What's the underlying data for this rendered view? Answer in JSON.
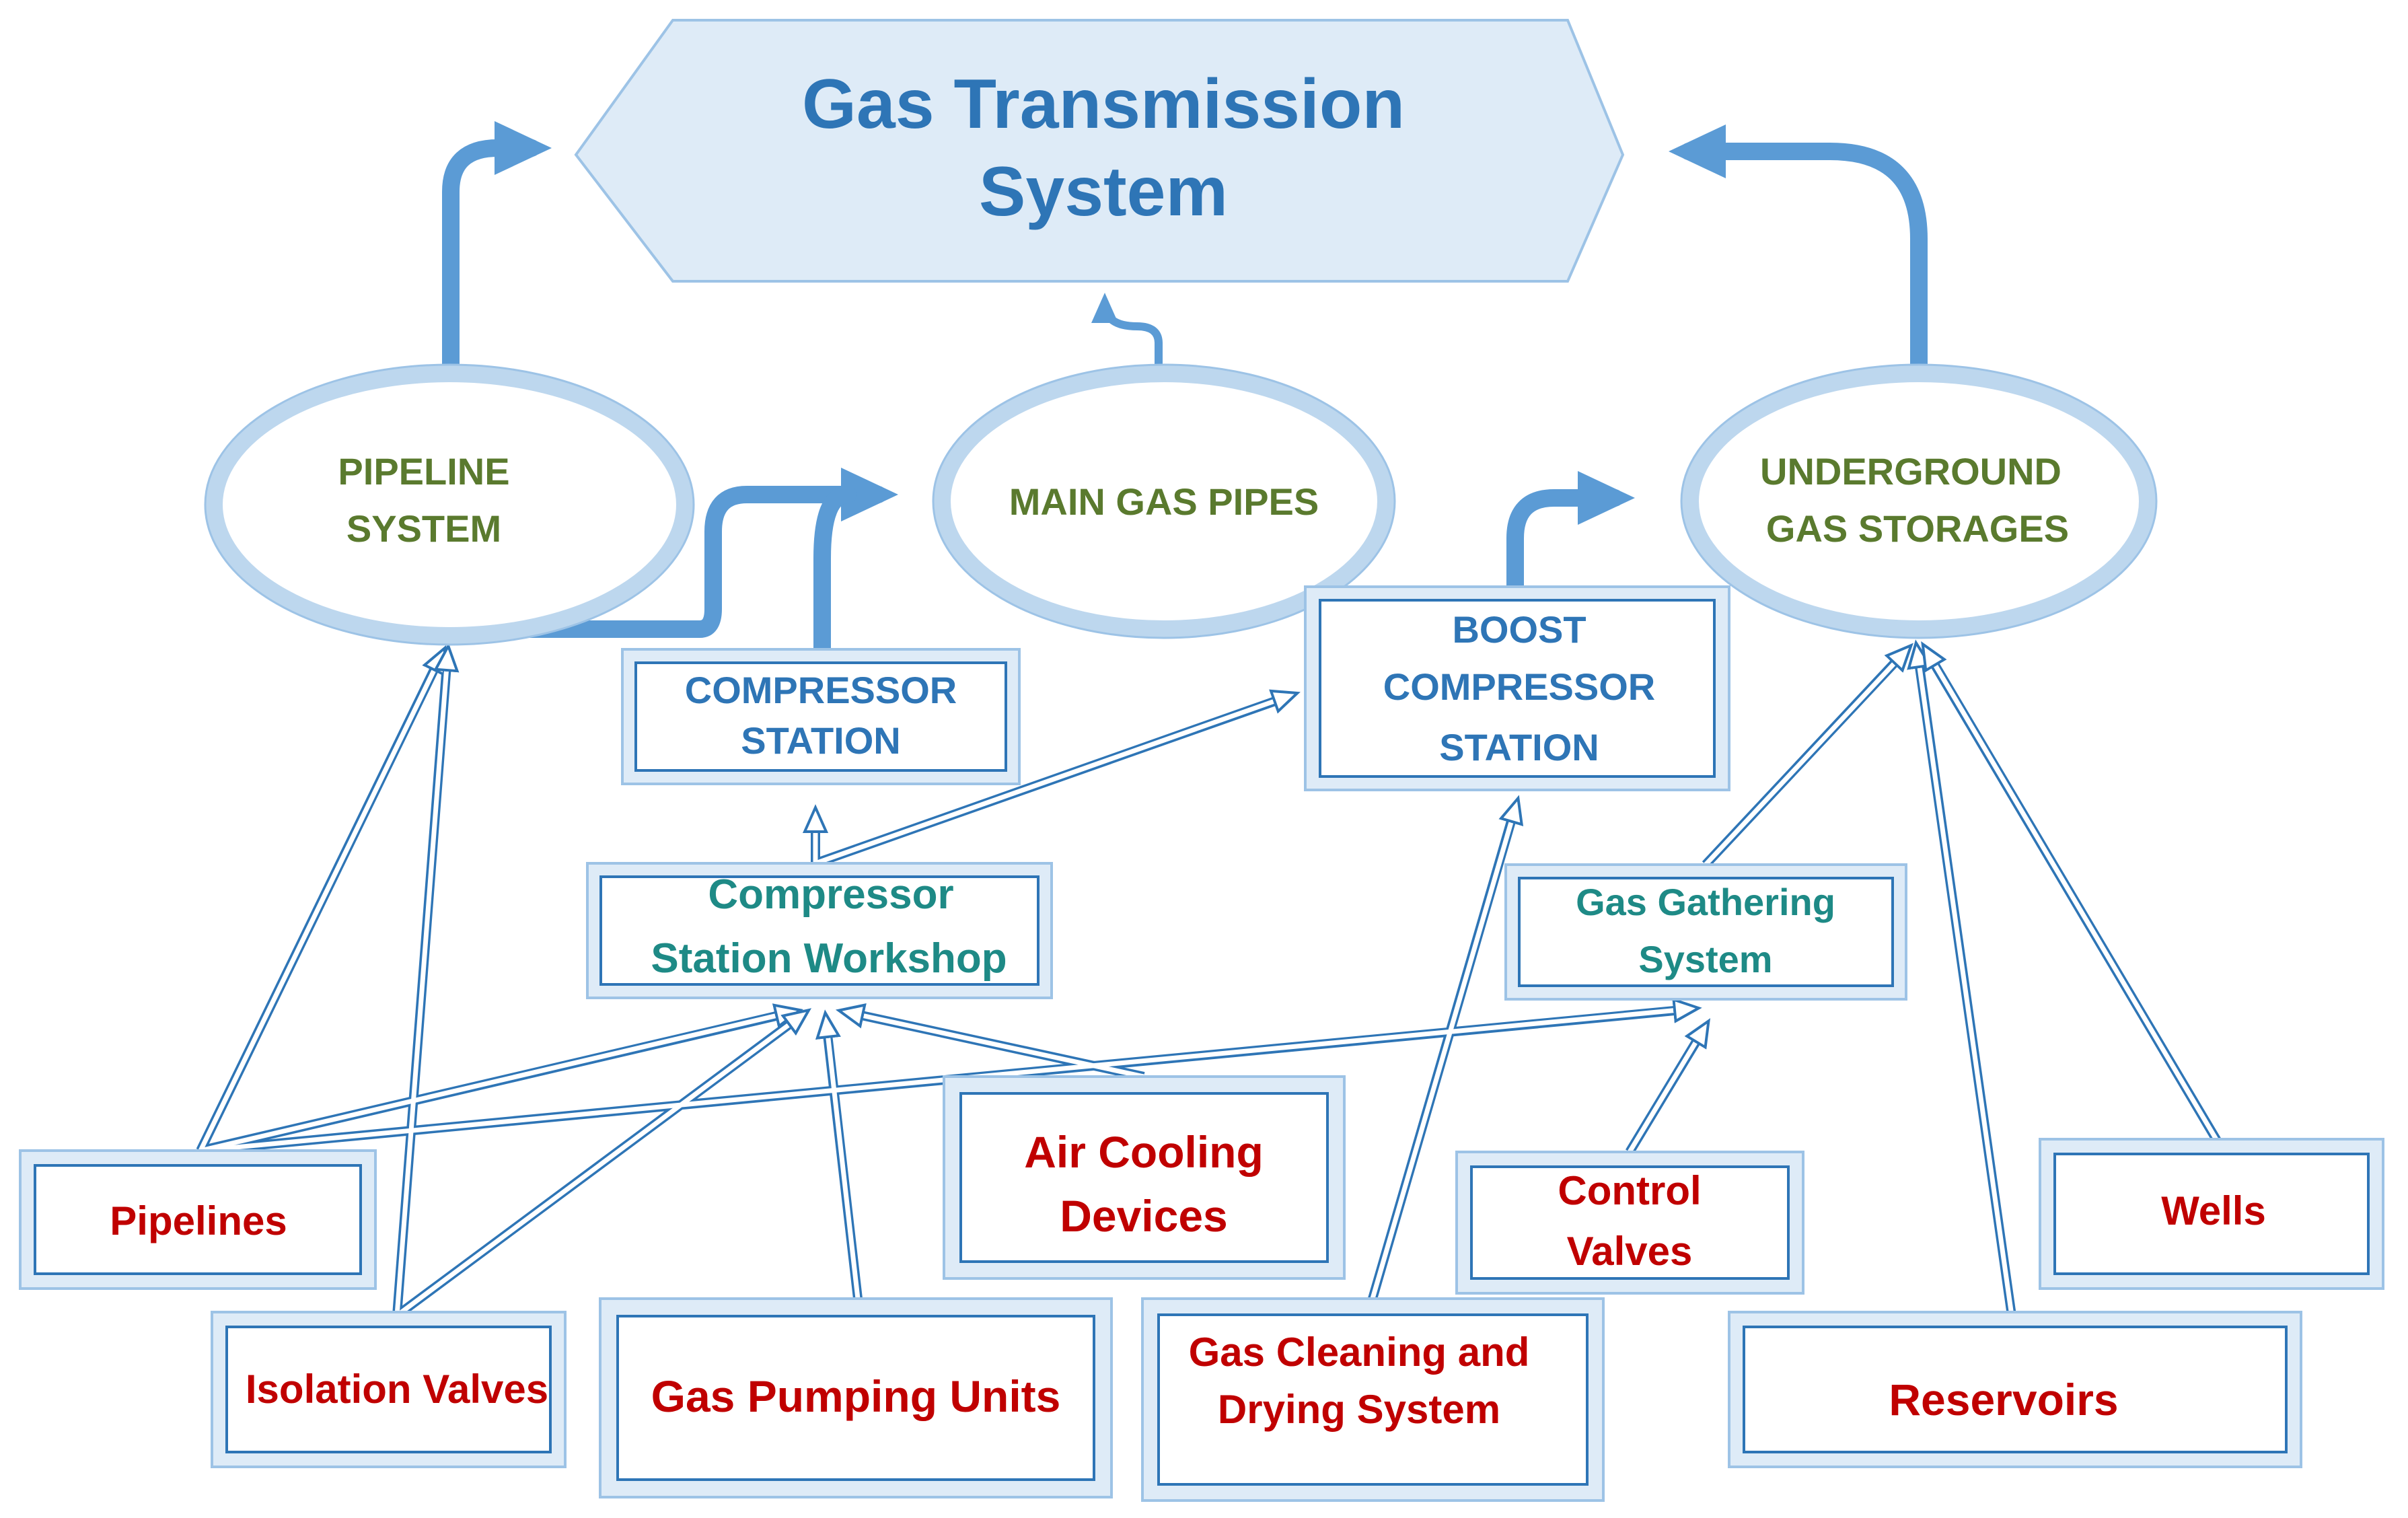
{
  "title": {
    "line1": "Gas Transmission",
    "line2": "System"
  },
  "ellipses": {
    "pipeline_system": {
      "line1": "PIPELINE",
      "line2": "SYSTEM"
    },
    "main_gas_pipes": {
      "line1": "MAIN GAS PIPES"
    },
    "underground_gas_storages": {
      "line1": "UNDERGROUND",
      "line2": "GAS STORAGES"
    }
  },
  "stations": {
    "compressor_station": {
      "line1": "COMPRESSOR",
      "line2": "STATION"
    },
    "boost_compressor_station": {
      "line1": "BOOST",
      "line2": "COMPRESSOR",
      "line3": "STATION"
    }
  },
  "workshops": {
    "compressor_station_workshop": {
      "line1": "Compressor",
      "line2": "Station Workshop"
    },
    "gas_gathering_system": {
      "line1": "Gas Gathering",
      "line2": "System"
    }
  },
  "components": {
    "pipelines": "Pipelines",
    "isolation_valves": "Isolation Valves",
    "gas_pumping_units": "Gas Pumping Units",
    "air_cooling_devices": {
      "line1": "Air Cooling",
      "line2": "Devices"
    },
    "gas_cleaning_drying": {
      "line1": "Gas Cleaning and",
      "line2": "Drying System"
    },
    "control_valves": {
      "line1": "Control",
      "line2": "Valves"
    },
    "reservoirs": "Reservoirs",
    "wells": "Wells"
  },
  "colors": {
    "title_blue": "#2E75B6",
    "ellipse_text_green": "#5A7A2E",
    "teal_text": "#1E8A86",
    "component_red": "#C00000",
    "arrow_blue": "#5B9BD5",
    "box_fill": "#DEEBF7"
  }
}
